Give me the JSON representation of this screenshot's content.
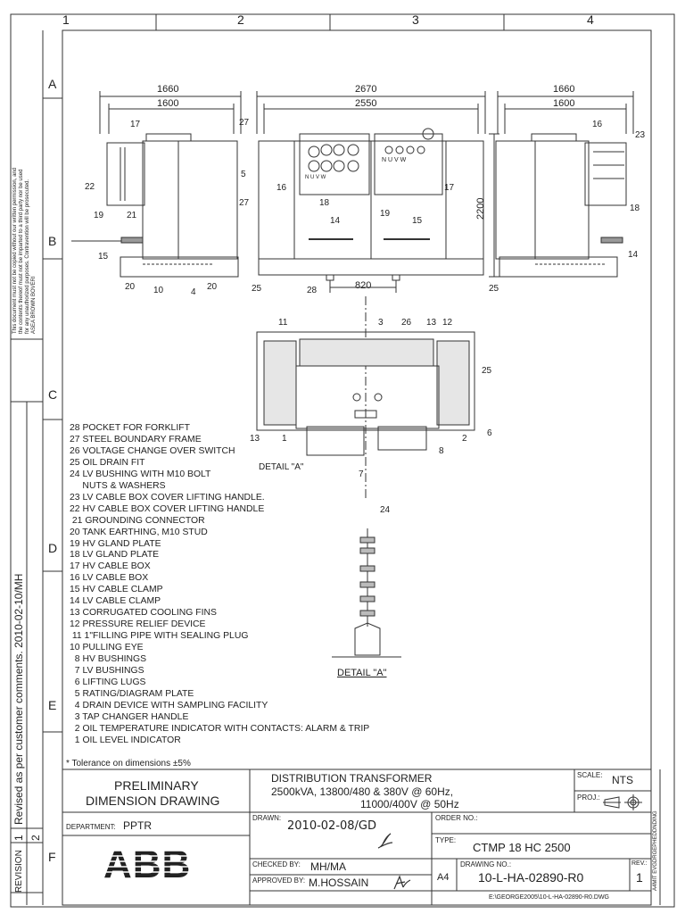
{
  "grid": {
    "columns": [
      "1",
      "2",
      "3",
      "4"
    ],
    "rows": [
      "A",
      "B",
      "C",
      "D",
      "E",
      "F"
    ]
  },
  "dimensions": {
    "side_outer": "1660",
    "side_inner": "1600",
    "front_outer": "2670",
    "front_inner": "2550",
    "height": "2200",
    "wheel_span": "820"
  },
  "callouts": {
    "left_view": [
      "17",
      "27",
      "5",
      "22",
      "19",
      "21",
      "15",
      "20",
      "10",
      "4",
      "20"
    ],
    "front_view": [
      "5",
      "27",
      "16",
      "18",
      "14",
      "15",
      "19",
      "17",
      "25",
      "28"
    ],
    "right_view": [
      "16",
      "23",
      "18",
      "14",
      "25"
    ],
    "plan_view": [
      "11",
      "3",
      "26",
      "13",
      "12",
      "25",
      "13",
      "1",
      "2",
      "6",
      "8",
      "7"
    ],
    "detail": "24"
  },
  "bushing_labels": {
    "lv": "N U V W",
    "hv": "N U V W"
  },
  "detail_labels": {
    "plan_ref": "DETAIL \"A\"",
    "detail_title": "DETAIL \"A\""
  },
  "legend": [
    "28 POCKET FOR FORKLIFT",
    "27 STEEL BOUNDARY FRAME",
    "26 VOLTAGE CHANGE OVER SWITCH",
    "25 OIL DRAIN FIT",
    "24 LV BUSHING WITH M10 BOLT",
    "     NUTS & WASHERS",
    "23 LV CABLE BOX COVER LIFTING HANDLE.",
    "22 HV CABLE BOX COVER LIFTING HANDLE",
    " 21 GROUNDING CONNECTOR",
    "20 TANK EARTHING, M10 STUD",
    "19 HV GLAND PLATE",
    "18 LV GLAND PLATE",
    "17 HV CABLE BOX",
    "16 LV CABLE BOX",
    "15 HV CABLE CLAMP",
    "14 LV CABLE CLAMP",
    "13 CORRUGATED COOLING FINS",
    "12 PRESSURE RELIEF DEVICE",
    " 11 1\"FILLING PIPE WITH SEALING PLUG",
    "10 PULLING EYE",
    "  8 HV BUSHINGS",
    "  7 LV BUSHINGS",
    "  6 LIFTING LUGS",
    "  5 RATING/DIAGRAM PLATE",
    "  4 DRAIN DEVICE WITH SAMPLING FACILITY",
    "  3 TAP CHANGER HANDLE",
    "  2 OIL TEMPERATURE INDICATOR WITH CONTACTS: ALARM & TRIP",
    "  1 OIL LEVEL INDICATOR"
  ],
  "tolerance": "* Tolerance on dimensions ±5%",
  "copyright_notice": [
    "This document must not be copied without our written permission, and",
    "the contents thereof must not be imparted to a third party nor be used",
    "for any unauthorized purposes. Contravention will be prosecuted.",
    "ASEA BROWN BOVERI"
  ],
  "revision": {
    "label": "REVISION",
    "entries": [
      {
        "no": "1",
        "text": "Revised as per customer comments. 2010-02-10/MH"
      },
      {
        "no": "2",
        "text": ""
      }
    ]
  },
  "title_block": {
    "drawing_type_line1": "PRELIMINARY",
    "drawing_type_line2": "DIMENSION DRAWING",
    "description_line1": "DISTRIBUTION TRANSFORMER",
    "description_line2": "2500kVA, 13800/480 & 380V @ 60Hz,",
    "description_line3": "11000/400V @ 50Hz",
    "scale_label": "SCALE:",
    "scale_value": "NTS",
    "proj_label": "PROJ.:",
    "department_label": "DEPARTMENT:",
    "department_value": "PPTR",
    "drawn_label": "DRAWN:",
    "drawn_value": "2010-02-08/GD",
    "order_label": "ORDER NO.:",
    "order_value": "",
    "type_label": "TYPE:",
    "type_value": "CTMP 18 HC 2500",
    "checked_label": "CHECKED BY:",
    "checked_value": "MH/MA",
    "approved_label": "APPROVED BY:",
    "approved_value": "M.HOSSAIN",
    "sheet_size": "A4",
    "drawing_no_label": "DRAWING NO.:",
    "drawing_no_value": "10-L-HA-02890-R0",
    "rev_label": "REV.:",
    "rev_value": "1",
    "logo": "ABB",
    "side_stamp": "A4MIT EVGDRGEPHEDDNDING",
    "file_path": "E:\\GEORGE2005\\10-L-HA-02890-R0.DWG"
  }
}
